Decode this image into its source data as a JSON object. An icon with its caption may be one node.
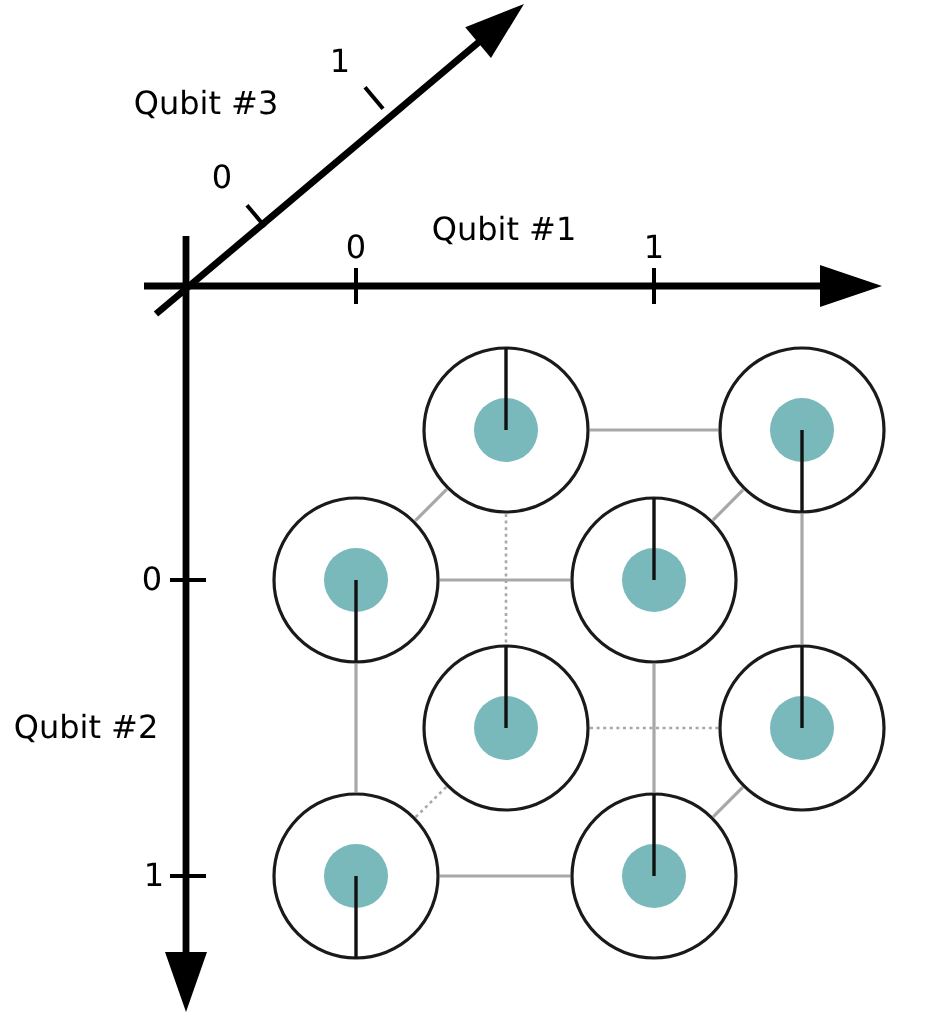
{
  "diagram": {
    "nodes": [
      {
        "text": [],
        "shape": "circle"
      },
      {
        "text": [],
        "shape": "circle"
      },
      {
        "text": [],
        "shape": "circle"
      },
      {
        "text": [],
        "shape": "circle"
      },
      {
        "text": [],
        "shape": "circle"
      },
      {
        "text": [],
        "shape": "circle"
      },
      {
        "text": [],
        "shape": "circle"
      },
      {
        "text": [],
        "shape": "circle"
      }
    ],
    "edges": [
      {
        "from": 0,
        "to": 1,
        "arrow": "none"
      },
      {
        "from": 2,
        "to": 0,
        "arrow": "none"
      },
      {
        "from": 3,
        "to": 1,
        "arrow": "none"
      },
      {
        "from": 0,
        "to": 4,
        "arrow": "none",
        "style": "dashed"
      },
      {
        "from": 2,
        "to": 3,
        "arrow": "none"
      },
      {
        "from": 1,
        "to": 5,
        "arrow": "none"
      },
      {
        "from": 2,
        "to": 6,
        "arrow": "none"
      },
      {
        "from": 3,
        "to": 7,
        "arrow": "none"
      },
      {
        "from": 4,
        "to": 5,
        "arrow": "none",
        "style": "dashed"
      },
      {
        "from": 6,
        "to": 4,
        "arrow": "none",
        "style": "dashed"
      },
      {
        "from": 7,
        "to": 5,
        "arrow": "none"
      },
      {
        "from": 6,
        "to": 7,
        "arrow": "none"
      }
    ],
    "labels": [
      "1",
      "Qubit #3",
      "0",
      "Qubit #1",
      "0",
      "1",
      "0",
      "Qubit #2",
      "1"
    ]
  }
}
